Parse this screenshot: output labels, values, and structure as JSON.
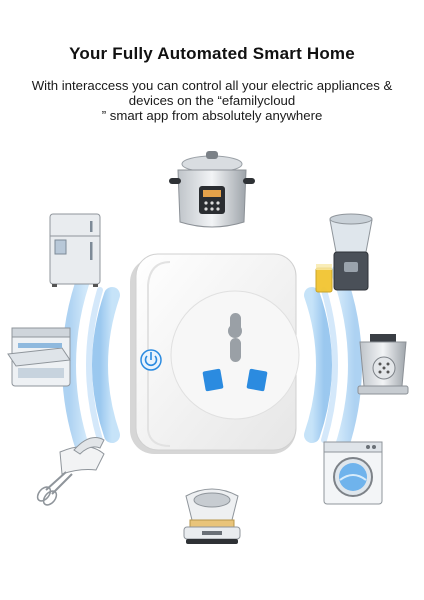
{
  "headline": "Your Fully Automated Smart Home",
  "description": {
    "line1": "With interaccess you can control all your electric appliances &",
    "line2": "devices on the “efamilycloud",
    "line3": "” smart app from absolutely anywhere"
  },
  "appliances": [
    "rice-cooker-icon",
    "refrigerator-icon",
    "juicer-icon",
    "dishwasher-icon",
    "meat-grinder-icon",
    "hand-mixer-icon",
    "washing-machine-icon",
    "waffle-maker-icon"
  ],
  "colors": {
    "wave": "#6fb3ec",
    "socket_blue": "#2b8be0",
    "plug_body": "#f4f4f4"
  }
}
